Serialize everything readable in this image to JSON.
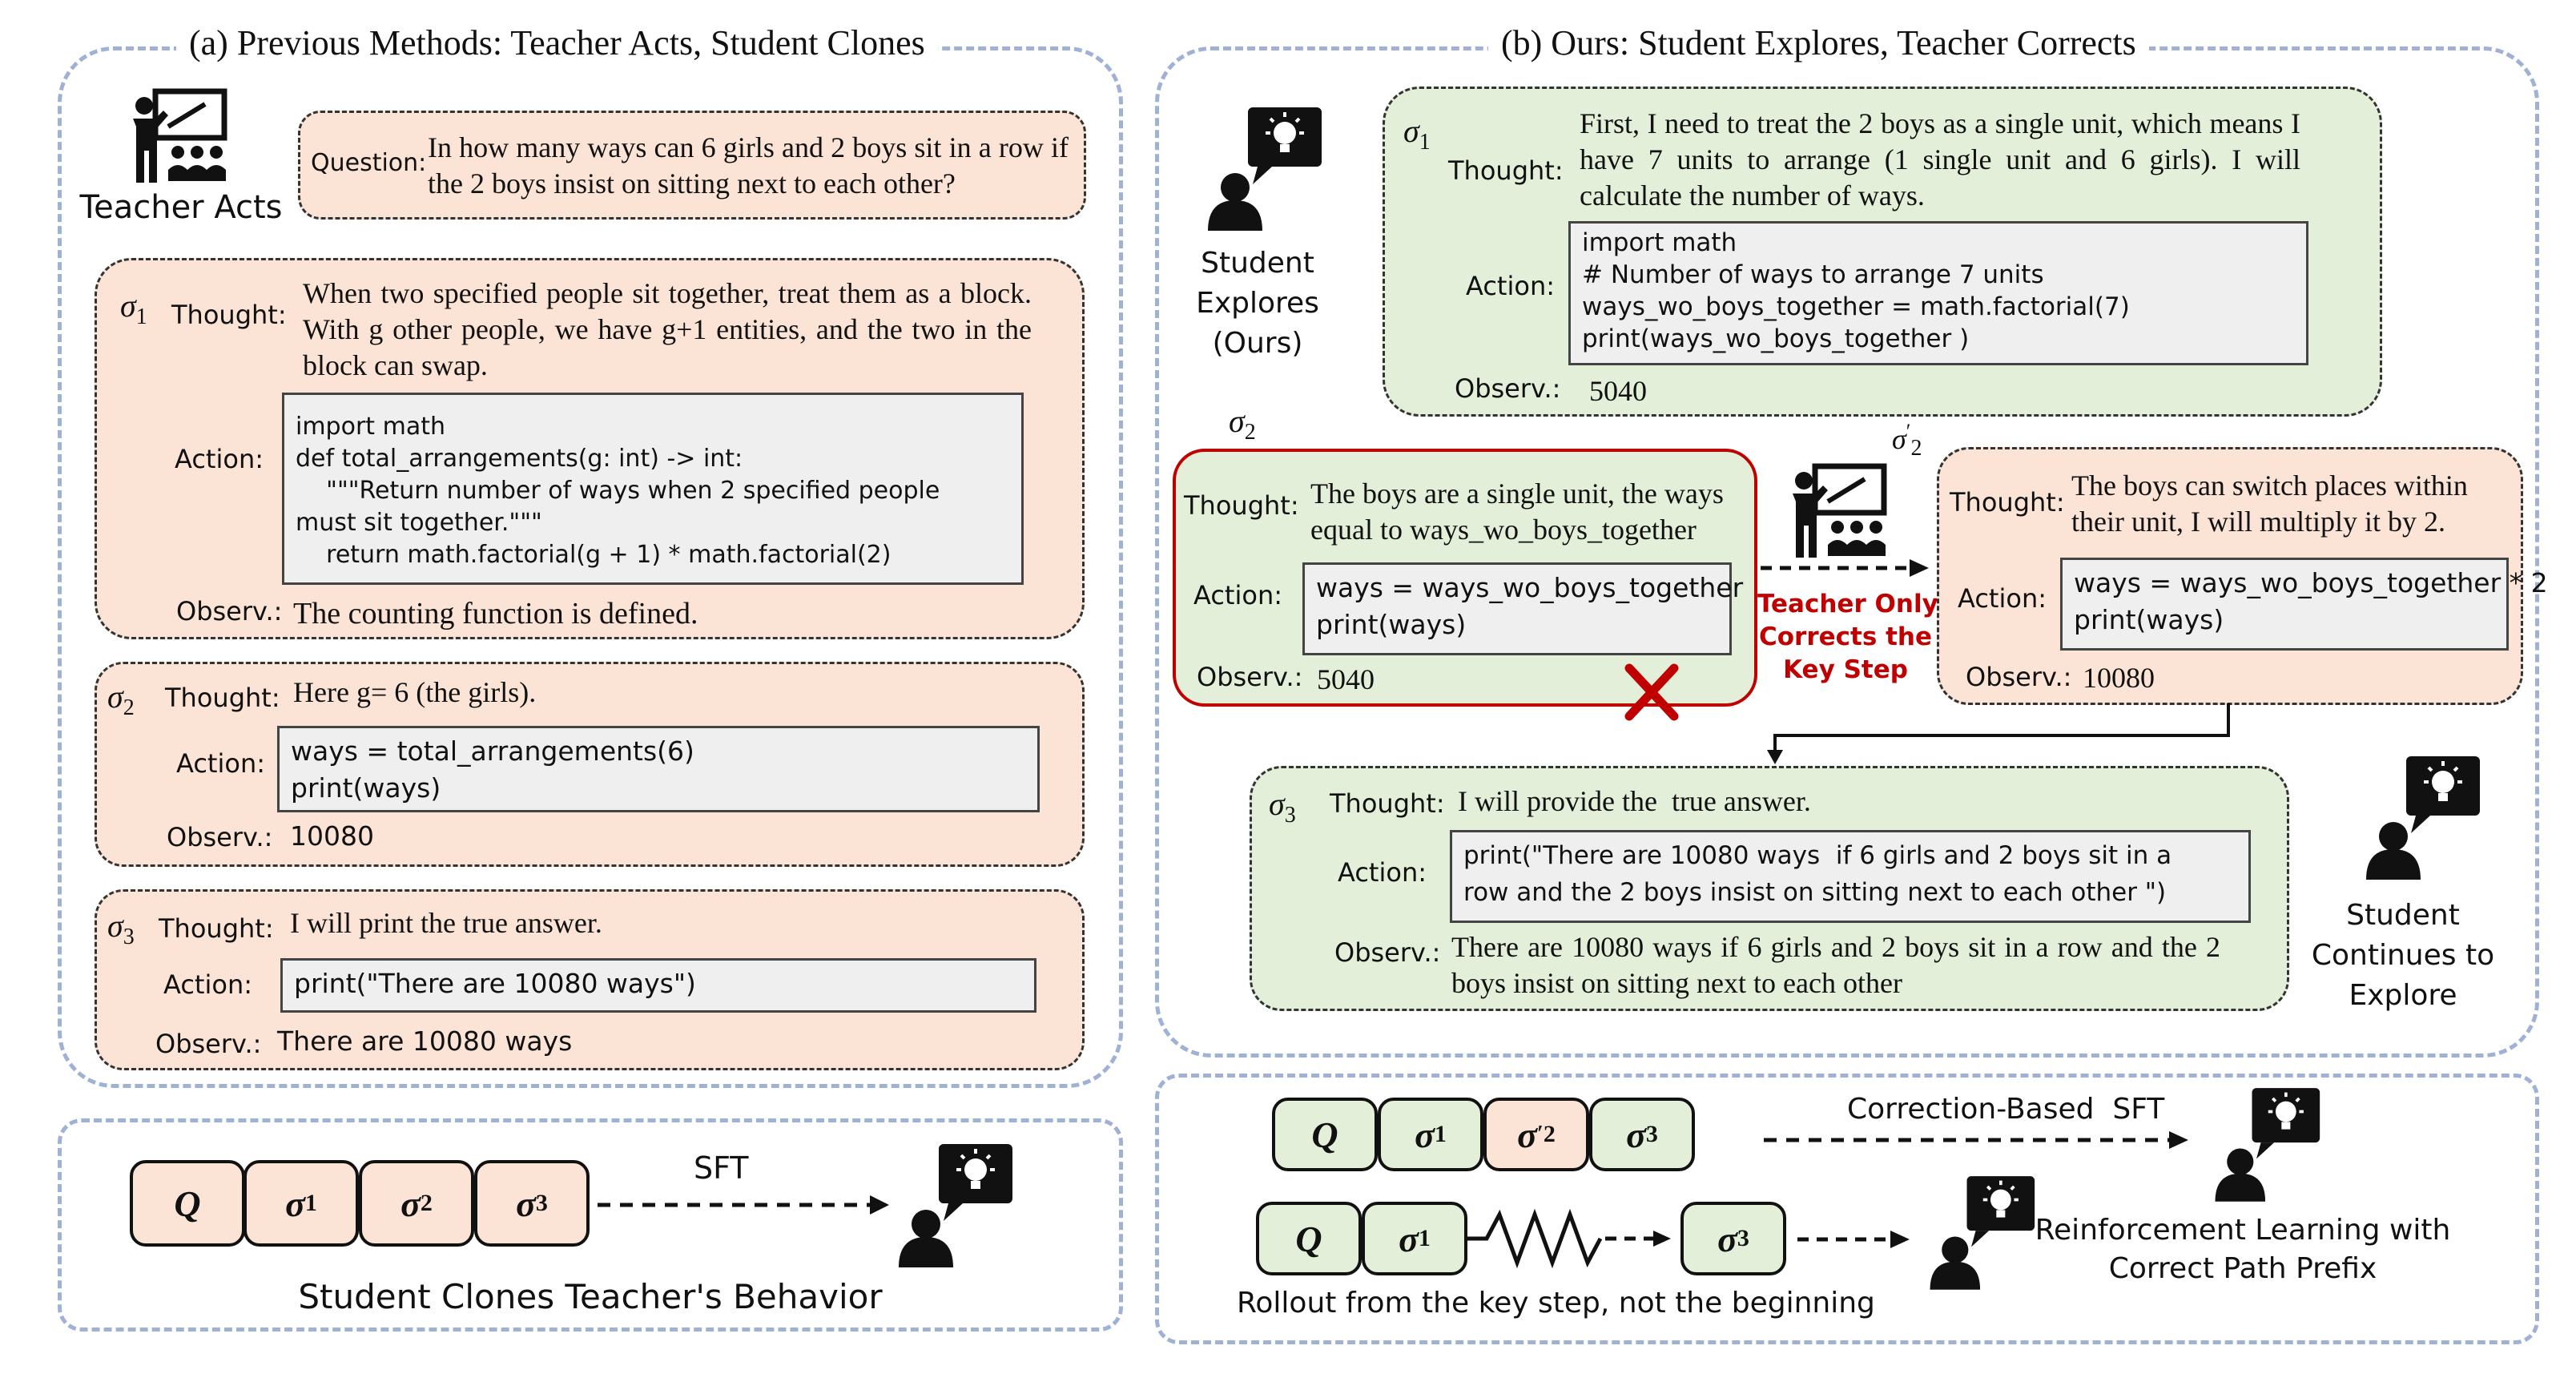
{
  "colors": {
    "panel_border": "#9fb2d6",
    "teacher_card": "#fbe4d6",
    "student_card": "#e3efd9",
    "error": "#c00000"
  },
  "icons": {
    "teacher": "teacher-at-board-icon",
    "student": "student-idea-icon",
    "wrong": "red-x-icon"
  },
  "left": {
    "title": "(a) Previous Methods: Teacher Acts, Student Clones",
    "teacher_label": "Teacher Acts",
    "question": {
      "label": "Question:",
      "text": "In how many ways can 6 girls and 2 boys sit in a row if the 2 boys insist on sitting next to each other?"
    },
    "steps": [
      {
        "sigma": "σ",
        "sub": "1",
        "thought_label": "Thought:",
        "thought": "When two specified people sit together, treat them as a block. With g other people, we have g+1 entities, and the two in the block can swap.",
        "action_label": "Action:",
        "code": "import math\ndef total_arrangements(g: int) -> int:\n    \"\"\"Return number of ways when 2 specified people\nmust sit together.\"\"\"\n    return math.factorial(g + 1) * math.factorial(2)",
        "observ_label": "Observ.:",
        "observ": "The counting function is defined."
      },
      {
        "sigma": "σ",
        "sub": "2",
        "thought_label": "Thought:",
        "thought": "Here g= 6 (the girls).",
        "action_label": "Action:",
        "code": "ways = total_arrangements(6)\nprint(ways)",
        "observ_label": "Observ.:",
        "observ": "10080"
      },
      {
        "sigma": "σ",
        "sub": "3",
        "thought_label": "Thought:",
        "thought": "I will print the true answer.",
        "action_label": "Action:",
        "code": "print(\"There are 10080 ways\")",
        "observ_label": "Observ.:",
        "observ": "There are 10080 ways"
      }
    ],
    "sft_chips": [
      "Q",
      "σ1",
      "σ2",
      "σ3"
    ],
    "sft_label": "SFT",
    "sft_caption": "Student Clones Teacher's Behavior"
  },
  "right": {
    "title": "(b) Ours: Student Explores, Teacher Corrects",
    "student_label": "Student\nExplores\n(Ours)",
    "step1": {
      "sigma": "σ",
      "sub": "1",
      "thought_label": "Thought:",
      "thought": "First, I need to treat the 2 boys as a single unit, which means I have 7 units to arrange (1 single unit and 6 girls). I will calculate the number of ways.",
      "action_label": "Action:",
      "code": "import math\n# Number of ways to arrange 7 units\nways_wo_boys_together = math.factorial(7)\nprint(ways_wo_boys_together )",
      "observ_label": "Observ.:",
      "observ": "5040"
    },
    "step2": {
      "sigma": "σ",
      "sub": "2",
      "thought_label": "Thought:",
      "thought": "The boys are a single unit, the ways equal to ways_wo_boys_together",
      "action_label": "Action:",
      "code": "ways = ways_wo_boys_together\nprint(ways)",
      "observ_label": "Observ.:",
      "observ": "5040"
    },
    "correction_label": "Teacher Only\nCorrects the\nKey Step",
    "step2_fix": {
      "sigma": "σ",
      "sup": "′",
      "sub": "2",
      "thought_label": "Thought:",
      "thought": "The boys can switch places within their unit, I will multiply it by 2.",
      "action_label": "Action:",
      "code": "ways = ways_wo_boys_together * 2\nprint(ways)",
      "observ_label": "Observ.:",
      "observ": "10080"
    },
    "step3": {
      "sigma": "σ",
      "sub": "3",
      "thought_label": "Thought:",
      "thought": "I will provide the  true answer.",
      "action_label": "Action:",
      "code": "print(\"There are 10080 ways  if 6 girls and 2 boys sit in a\nrow and the 2 boys insist on sitting next to each other \")",
      "observ_label": "Observ.:",
      "observ": "There are 10080 ways if 6 girls and 2 boys sit in a row and the 2 boys insist on sitting next to each other"
    },
    "continue_label": "Student\nContinues to\nExplore",
    "bottom": {
      "correction_sft_label": "Correction-Based  SFT",
      "rollout_caption": "Rollout from the key step, not the beginning",
      "rl_caption": "Reinforcement Learning with\nCorrect Path Prefix"
    }
  }
}
